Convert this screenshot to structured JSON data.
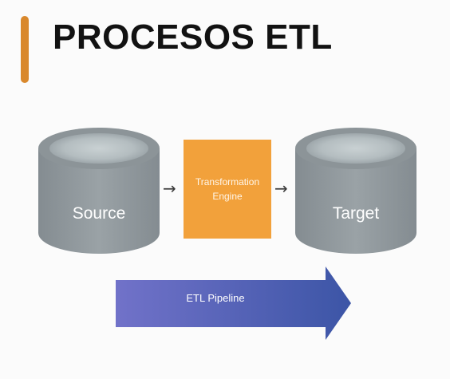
{
  "title": "PROCESOS ETL",
  "diagram": {
    "source_label": "Source",
    "engine_label": "Transformation Engine",
    "target_label": "Target",
    "pipeline_label": "ETL Pipeline",
    "arrow_glyph": "→"
  },
  "colors": {
    "accent": "#d9882c",
    "engine": "#f2a13b",
    "cylinder": "#8f979b",
    "pipeline_start": "#6e6ec6",
    "pipeline_end": "#3f56a8"
  }
}
